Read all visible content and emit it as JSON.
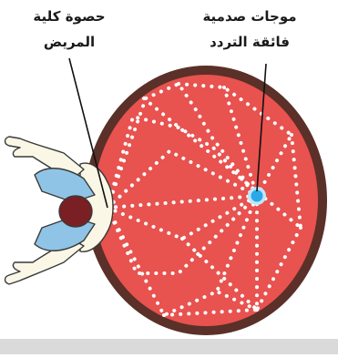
{
  "labels": {
    "kidney_stone": {
      "line1": "حصوة كلية",
      "line2": "المريض"
    },
    "shock_waves": {
      "line1": "موجات صدمية",
      "line2": "فائقة التردد"
    }
  },
  "colors": {
    "tank_fill": "#e8524f",
    "tank_rim": "#5a3028",
    "wave_dots": "#ffffff",
    "focus_point": "#2aa8e8",
    "patient_skin": "#fbf7e6",
    "patient_outline": "#3a3a3a",
    "patient_head": "#7a1f24",
    "patient_shoulders": "#8fc4e6",
    "bottom_bar": "#dadada"
  }
}
